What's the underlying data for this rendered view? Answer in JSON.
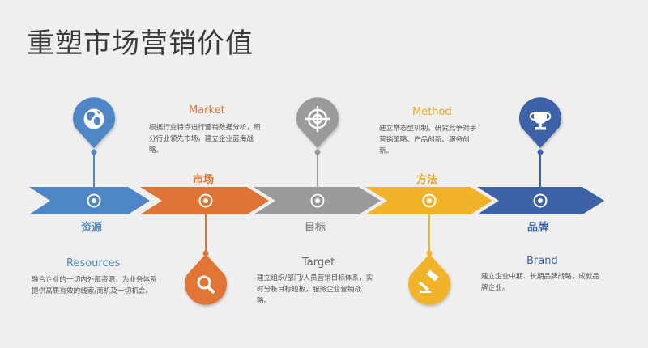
{
  "title": "重塑市场营销价值",
  "colors": {
    "blue": "#4f87c6",
    "orange": "#e07434",
    "gray": "#9a9a9a",
    "yellow": "#f1b32a",
    "navy": "#3d62a7",
    "background": "#efefef"
  },
  "stages": [
    {
      "key": "resources",
      "label": "资源",
      "en": "Resources",
      "desc": "融合企业的一切内外部资源，为业务体系提供高质有效的线索/商机及一切机会。",
      "icon": "globe-icon",
      "color": "#4f87c6"
    },
    {
      "key": "market",
      "label": "市场",
      "en": "Market",
      "desc": "根据行业特点进行营销数据分析，细分行业领先市场，建立企业蓝海战略。",
      "icon": "magnifier-icon",
      "color": "#e07434"
    },
    {
      "key": "target",
      "label": "目标",
      "en": "Target",
      "desc": "建立组织/部门/人员营销目标体系，实时分析目标短板，服务企业营销战略。",
      "icon": "target-icon",
      "color": "#9a9a9a"
    },
    {
      "key": "method",
      "label": "方法",
      "en": "Method",
      "desc": "建立常态型机制，研究竞争对手营销策略、产品创新、服务创新。",
      "icon": "gavel-icon",
      "color": "#f1b32a"
    },
    {
      "key": "brand",
      "label": "品牌",
      "en": "Brand",
      "desc": "建立企业中期、长期品牌战略，成就品牌企业。",
      "icon": "trophy-icon",
      "color": "#3d62a7"
    }
  ]
}
